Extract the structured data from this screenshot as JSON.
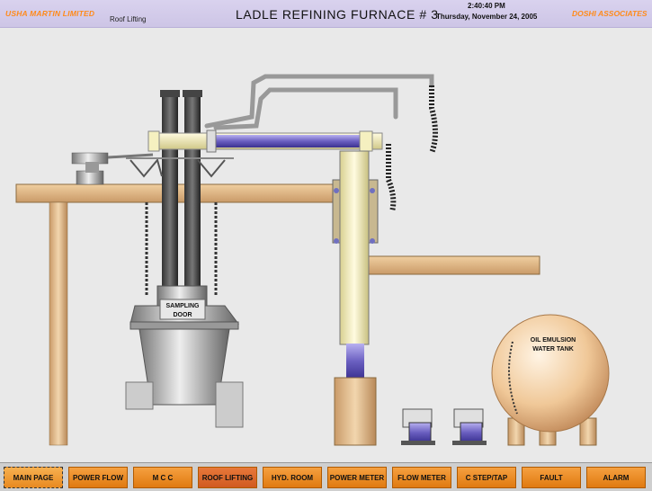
{
  "header": {
    "company": "USHA MARTIN LIMITED",
    "subpage": "Roof Lifting",
    "title": "LADLE REFINING FURNACE # 3",
    "time": "2:40:40 PM",
    "date": "Thursday, November 24, 2005",
    "vendor": "DOSHI ASSOCIATES"
  },
  "diagram": {
    "sampling_door_line1": "SAMPLING",
    "sampling_door_line2": "DOOR",
    "tank_line1": "OIL EMULSION",
    "tank_line2": "WATER TANK"
  },
  "nav": {
    "main_page": "MAIN PAGE",
    "power_flow": "POWER FLOW",
    "mcc": "M C C",
    "roof_lifting": "ROOF LIFTING",
    "hyd_room": "HYD. ROOM",
    "power_meter": "POWER METER",
    "flow_meter": "FLOW METER",
    "c_step_tap": "C STEP/TAP",
    "fault": "FAULT",
    "alarm": "ALARM"
  },
  "colors": {
    "brand_orange": "#ff8a1a",
    "header_bg": "#d9d2ee",
    "nav_button": "#f09030",
    "platform_wood": "#deb887"
  }
}
